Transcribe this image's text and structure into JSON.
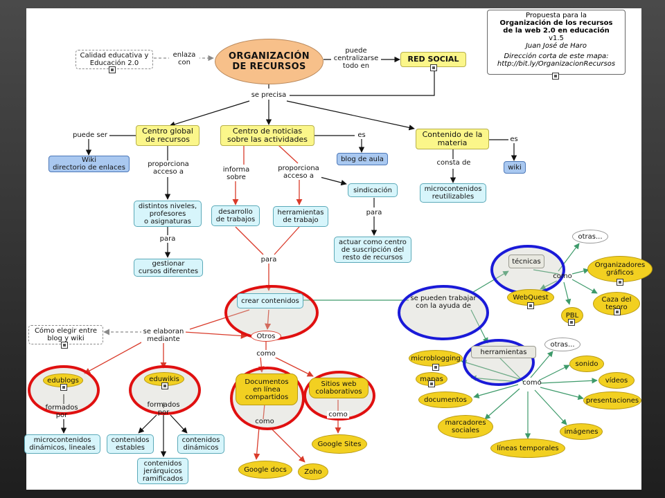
{
  "info_box": {
    "line1": "Propuesta para la",
    "line2": "Organización de los recursos",
    "line3": "de la web 2.0 en educación",
    "line4": "v1.5",
    "line5": "Juan José de Haro",
    "line6": "Dirección corta de este mapa:",
    "line7": "http://bit.ly/OrganizacionRecursos"
  },
  "nodes": {
    "main": "ORGANIZACIÓN\nDE RECURSOS",
    "calidad": "Calidad educativa y\nEducación 2.0",
    "red_social": "RED SOCIAL",
    "centro_global": "Centro global\nde recursos",
    "centro_noticias": "Centro de noticias\nsobre las actividades",
    "contenido_materia": "Contenido de la\nmateria",
    "wiki_directorio": "Wiki\ndirectorio de enlaces",
    "blog_aula": "blog de aula",
    "wiki": "wiki",
    "microcontenidos_reutilizables": "microcontenidos\nreutilizables",
    "distintos_niveles": "distintos niveles,\nprofesores\no asignaturas",
    "desarrollo": "desarrollo\nde trabajos",
    "herramientas_trabajo": "herramientas\nde trabajo",
    "sindicacion": "sindicación",
    "actuar_centro": "actuar como centro\nde suscripción del\nresto de recursos",
    "gestionar": "gestionar\ncursos diferentes",
    "crear_contenidos": "crear contenidos",
    "como_elegir": "Cómo elegir entre\nblog y wiki",
    "otros_red": "Otros",
    "edublogs": "edublogs",
    "eduwikis": "eduwikis",
    "documentos_linea": "Documentos\nen línea\ncompartidos",
    "sitios_web": "Sitios web\ncolaborativos",
    "microcontenidos_dinamicos": "microcontenidos\ndinámicos, lineales",
    "contenidos_estables": "contenidos\nestables",
    "contenidos_jerarquicos": "contenidos\njerárquicos\nramificados",
    "contenidos_dinamicos": "contenidos\ndinámicos",
    "google_docs": "Google docs",
    "zoho": "Zoho",
    "google_sites": "Google Sites",
    "tecnicas": "técnicas",
    "herramientas": "herramientas",
    "otros_top": "otras...",
    "organizadores": "Organizadores\ngráficos",
    "webquest": "WebQuest",
    "caza_tesoro": "Caza del\ntesoro",
    "pbl": "PBL",
    "otros_mid": "otras...",
    "microblogging": "microblogging",
    "mapas": "mapas",
    "documentos": "documentos",
    "marcadores": "marcadores\nsociales",
    "lineas_temporales": "líneas temporales",
    "imagenes": "imágenes",
    "presentaciones": "presentaciones",
    "videos": "vídeos",
    "sonido": "sonido"
  },
  "links": {
    "enlaza_con": "enlaza\ncon",
    "puede_centralizarse": "puede\ncentralizarse\ntodo en",
    "se_precisa": "se precisa",
    "puede_ser": "puede ser",
    "es_1": "es",
    "es_2": "es",
    "proporciona_acceso_1": "proporciona\nacceso a",
    "informa_sobre": "informa\nsobre",
    "proporciona_acceso_2": "proporciona\nacceso a",
    "consta_de": "consta de",
    "para_1": "para",
    "para_2": "para",
    "para_3": "para",
    "se_pueden_trabajar": "se pueden trabajar\ncon la ayuda de",
    "se_elaboran": "se elaboran\nmediante",
    "como_1": "como",
    "formados_por_1": "formados\npor",
    "formados_por_2": "formados\npor",
    "como_2": "como",
    "como_3": "como",
    "como_4": "como",
    "como_5": "como"
  },
  "colors": {
    "highlight_red": "#e01010",
    "highlight_blue": "#1a1ad8",
    "link_red": "#d93a2a",
    "link_green": "#3d9a6a",
    "link_black": "#111111"
  }
}
